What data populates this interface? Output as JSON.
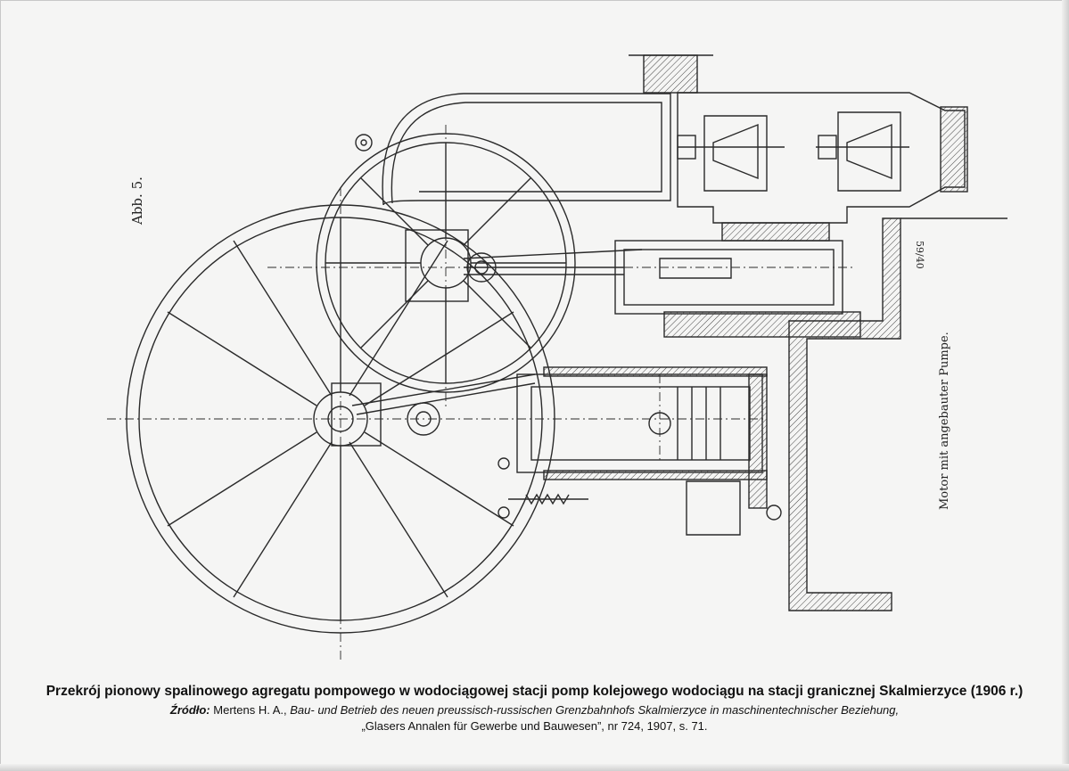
{
  "drawing": {
    "figure_label": "Abb. 5.",
    "side_caption": "Motor mit angebauter Pumpe.",
    "sheet_number": "59/40"
  },
  "caption": {
    "title": "Przekrój pionowy spalinowego agregatu pompowego w wodociągowej stacji pomp kolejowego wodociągu na stacji granicznej Skalmierzyce (1906 r.)",
    "source_label": "Źródło:",
    "source_author": "Mertens H. A., ",
    "source_title": "Bau- und Betrieb des neuen preussisch-russischen Grenzbahnhofs Skalmierzyce in maschinentechnischer Beziehung,",
    "journal": "„Glasers Annalen für Gewerbe und Bauwesen”, nr 724, 1907, s. 71."
  },
  "colors": {
    "paper": "#f5f5f4",
    "ink": "#2a2a2a"
  }
}
